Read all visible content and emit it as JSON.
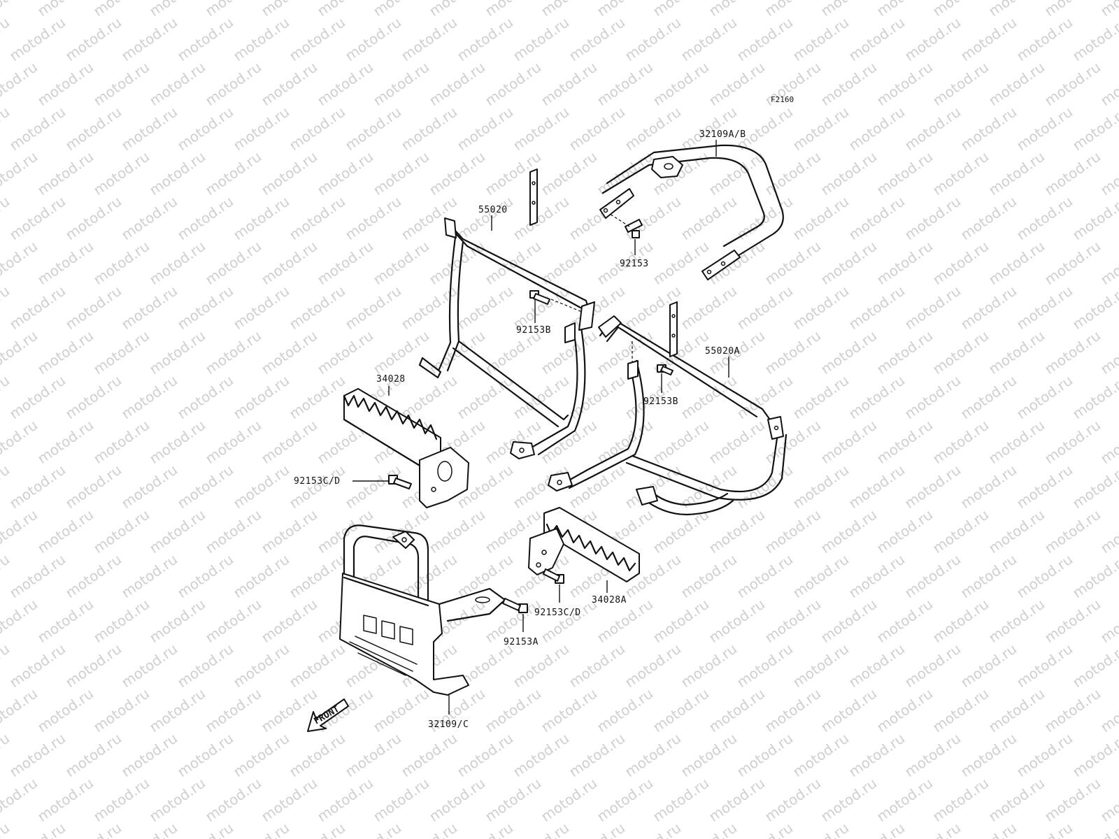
{
  "watermark": {
    "text": "motod.ru",
    "color": "#cfcfcf"
  },
  "figure_code": "F2160",
  "front_arrow_label": "FRONT",
  "labels": {
    "p32109AB": "32109A/B",
    "p55020": "55020",
    "p92153": "92153",
    "p92153B_1": "92153B",
    "p55020A": "55020A",
    "p92153B_2": "92153B",
    "p34028": "34028",
    "p92153CD_1": "92153C/D",
    "p34028A": "34028A",
    "p92153CD_2": "92153C/D",
    "p92153A": "92153A",
    "p32109C": "32109/C"
  }
}
